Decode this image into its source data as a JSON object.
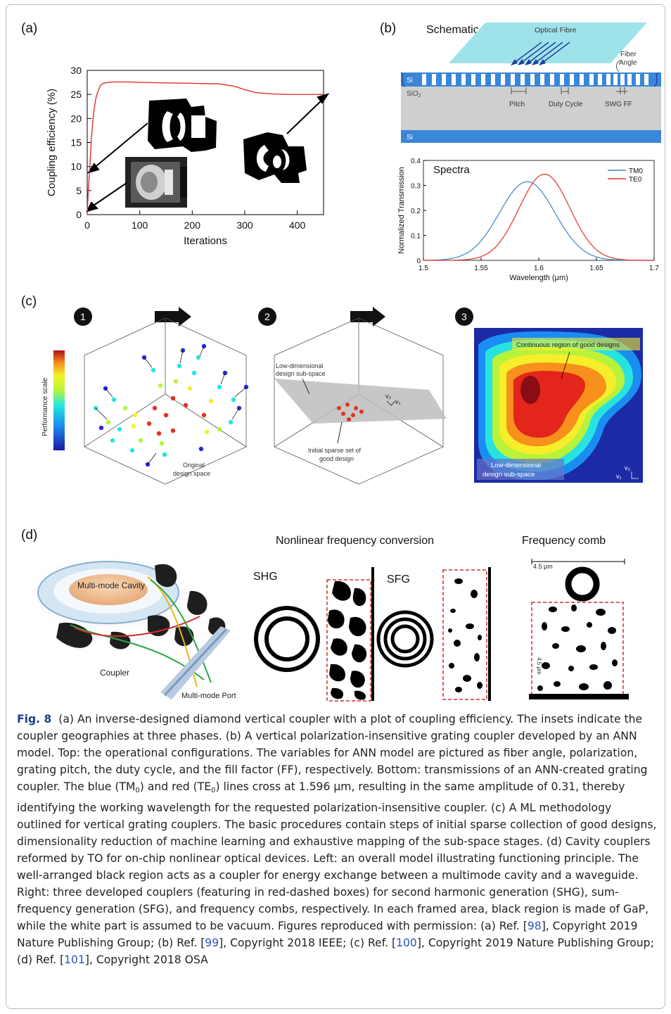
{
  "panels": {
    "a": {
      "label": "(a)",
      "chart_data": {
        "type": "line",
        "xlabel": "Iterations",
        "ylabel": "Coupling efficiency (%)",
        "xlim": [
          0,
          450
        ],
        "ylim": [
          0,
          30
        ],
        "xticks": [
          0,
          100,
          200,
          300,
          400
        ],
        "yticks": [
          0,
          5,
          10,
          15,
          20,
          25,
          30
        ],
        "series": [
          {
            "color": "#e0312d",
            "x": [
              0,
              2,
              5,
              8,
              12,
              16,
              20,
              25,
              30,
              40,
              50,
              60,
              80,
              100,
              150,
              200,
              250,
              280,
              300,
              320,
              350,
              380,
              400,
              450
            ],
            "y": [
              0,
              5,
              10,
              16,
              21,
              24,
              25.5,
              26.8,
              27.3,
              27.5,
              27.6,
              27.6,
              27.6,
              27.5,
              27.4,
              27.3,
              27.2,
              26.7,
              26.0,
              25.4,
              25.1,
              25.0,
              25.0,
              25.0
            ]
          }
        ]
      }
    },
    "b": {
      "label": "(b)",
      "schematic": {
        "title": "Schematic",
        "fibre_label": "Optical Fibre",
        "fiber_angle_label": "Fiber Angle",
        "si_label": "Si",
        "sio2_label": "SiO",
        "sio2_sub": "2",
        "si_bottom_label": "Si",
        "pitch_label": "Pitch",
        "duty_label": "Duty Cycle",
        "swg_label": "SWG FF",
        "fibre_color": "#9fe3ea",
        "si_color": "#3a86d8",
        "oxide_color": "#cfcfcf"
      },
      "chart_data": {
        "type": "line",
        "title": "Spectra",
        "xlabel": "Wavelength (μm)",
        "ylabel": "Normalized Transmission",
        "xlim": [
          1.5,
          1.7
        ],
        "ylim": [
          0,
          0.4
        ],
        "xticks": [
          1.5,
          1.55,
          1.6,
          1.65,
          1.7
        ],
        "yticks": [
          0,
          0.1,
          0.2,
          0.3,
          0.4
        ],
        "legend_position": "top-right",
        "series": [
          {
            "name": "TM0",
            "color": "#3b86c6",
            "peak_x": 1.59,
            "peak_y": 0.315,
            "sigma": 0.024
          },
          {
            "name": "TE0",
            "color": "#e0312d",
            "peak_x": 1.605,
            "peak_y": 0.345,
            "sigma": 0.022
          }
        ]
      }
    },
    "c": {
      "label": "(c)",
      "scale_label": "Performance scale",
      "step1": {
        "number": "1",
        "caption_line1": "Original",
        "caption_line2": "design space"
      },
      "step2": {
        "number": "2",
        "plane_label_line1": "Low-dimensional",
        "plane_label_line2": "design sub-space",
        "sparse_label_line1": "Initial sparse set of",
        "sparse_label_line2": "good design",
        "v2": "v₂",
        "v1": "v₁"
      },
      "step3": {
        "number": "3",
        "region_label": "Continuous region of good designs",
        "sub_label_line1": "Low-dimensional",
        "sub_label_line2": "design sub-space",
        "v2": "v₂",
        "v1": "v₁"
      }
    },
    "d": {
      "label": "(d)",
      "cavity_label": "Multi-mode Cavity",
      "coupler_label": "Coupler",
      "port_label": "Multi-mode Port",
      "nonlinear_title": "Nonlinear frequency conversion",
      "comb_title": "Frequency comb",
      "shg": "SHG",
      "sfg": "SFG",
      "scale_top": "4.5 μm",
      "scale_side": "4.5 μm"
    }
  },
  "caption": {
    "fig_label": "Fig. 8",
    "t1": "(a) An inverse-designed diamond vertical coupler with a plot of coupling efficiency. The insets indicate the coupler geographies at three phases. (b) A vertical polarization-insensitive grating coupler developed by an ANN model. Top: the operational configurations. The variables for ANN model are pictured as fiber angle, polarization, grating pitch, the duty cycle, and the fill factor (FF), respectively. Bottom: transmissions of an ANN-created grating coupler. The blue (TM",
    "sub0a": "0",
    "t2": ") and red (TE",
    "sub0b": "0",
    "t3": ") lines cross at 1.596 μm, resulting in the same amplitude of 0.31, thereby identifying the working wavelength for the requested polarization-insensitive coupler. (c) A ML methodology outlined for vertical grating couplers. The basic procedures contain steps of initial sparse collection of good designs, dimensionality reduction of machine learning and exhaustive mapping of the sub-space stages. (d) Cavity couplers reformed by TO for on-chip nonlinear optical devices. Left: an overall model illustrating functioning principle. The well-arranged black region acts as a coupler for energy exchange between a multimode cavity and a waveguide. Right: three developed couplers (featuring in red-dashed boxes) for second harmonic generation (SHG), sum-frequency generation (SFG), and frequency combs, respectively. In each framed area, black region is made of GaP, while the white part is assumed to be vacuum. Figures reproduced with permission: (a) Ref. [",
    "r98": "98",
    "t4": "], Copyright 2019 Nature Publishing Group; (b) Ref. [",
    "r99": "99",
    "t5": "], Copyright 2018 IEEE; (c) Ref. [",
    "r100": "100",
    "t6": "], Copyright 2019 Nature Publishing Group; (d) Ref. [",
    "r101": "101",
    "t7": "], Copyright 2018 OSA"
  }
}
